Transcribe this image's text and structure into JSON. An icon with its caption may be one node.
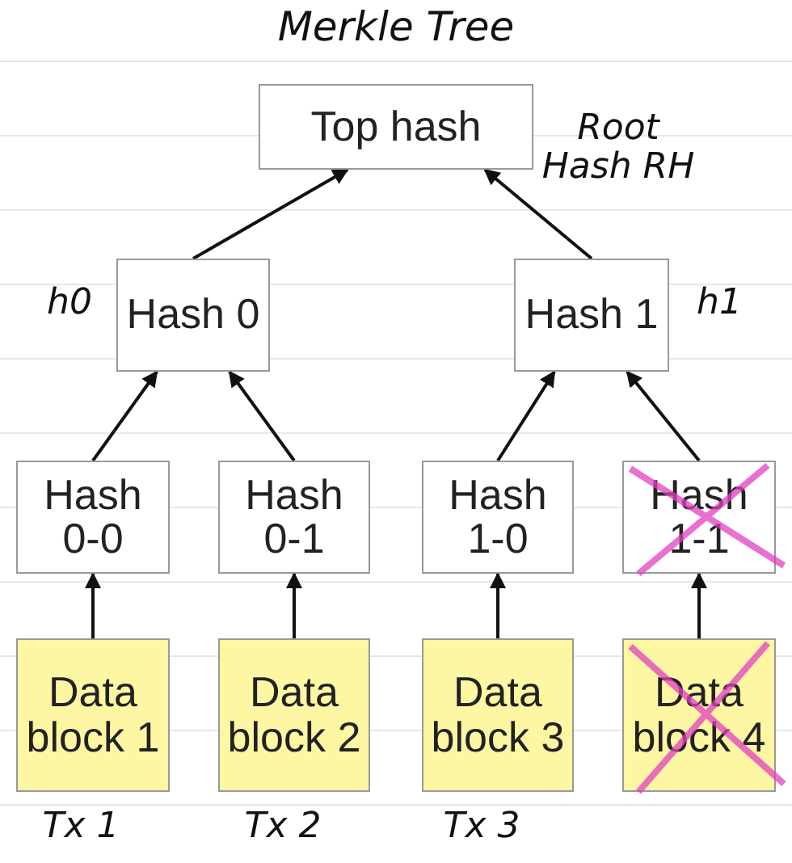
{
  "diagram": {
    "title": "Merkle Tree",
    "nodes": [
      {
        "text": [
          "Top hash"
        ],
        "beside": [
          "Root Hash RH"
        ]
      },
      {
        "text": [
          "Hash 0"
        ],
        "beside": [
          "h0"
        ]
      },
      {
        "text": [
          "Hash 1"
        ],
        "beside": [
          "h1"
        ]
      },
      {
        "text": [
          "Hash 0-0"
        ]
      },
      {
        "text": [
          "Hash 0-1"
        ]
      },
      {
        "text": [
          "Hash 1-0"
        ]
      },
      {
        "text": [
          "Hash 1-1"
        ]
      },
      {
        "text": [
          "Data block 1"
        ],
        "beside": [
          "Tx 1"
        ]
      },
      {
        "text": [
          "Data block 2"
        ],
        "beside": [
          "Tx 2"
        ]
      },
      {
        "text": [
          "Data block 3"
        ],
        "beside": [
          "Tx 3"
        ]
      },
      {
        "text": [
          "Data block 4"
        ]
      }
    ],
    "edges": [
      {
        "from": 1,
        "to": 0,
        "arrow": "to"
      },
      {
        "from": 2,
        "to": 0,
        "arrow": "to"
      },
      {
        "from": 3,
        "to": 1,
        "arrow": "to"
      },
      {
        "from": 4,
        "to": 1,
        "arrow": "to"
      },
      {
        "from": 5,
        "to": 2,
        "arrow": "to"
      },
      {
        "from": 6,
        "to": 2,
        "arrow": "to"
      },
      {
        "from": 7,
        "to": 3,
        "arrow": "to"
      },
      {
        "from": 8,
        "to": 4,
        "arrow": "to"
      },
      {
        "from": 9,
        "to": 5,
        "arrow": "to"
      },
      {
        "from": 10,
        "to": 6,
        "arrow": "to"
      }
    ]
  }
}
